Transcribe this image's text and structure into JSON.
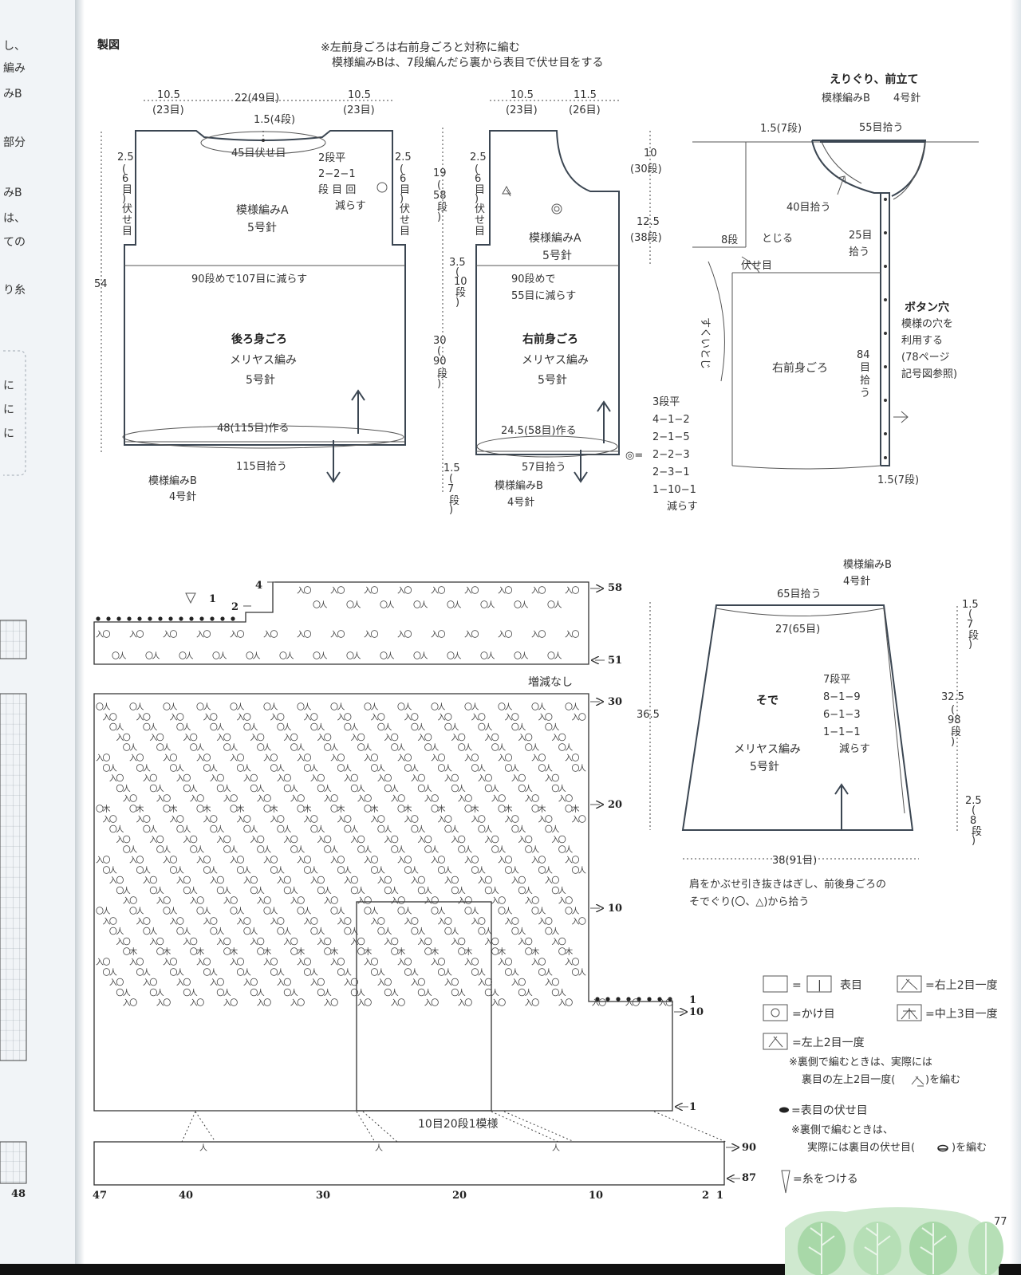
{
  "page": {
    "section_title": "製図",
    "notes": [
      "※左前身ごろは右前身ごろと対称に編む",
      "模様編みBは、7段編んだら裏から表目で伏せ目をする"
    ],
    "prev_page": {
      "fragments": [
        "し、",
        "編み",
        "みB",
        "部分",
        "みB",
        "は、",
        "ての",
        "り糸",
        "に",
        "に",
        "に"
      ],
      "row_label": "48"
    },
    "page_number": "77"
  },
  "back_body": {
    "title": "後ろ身ごろ",
    "stitch_main": "メリヤス編み",
    "needle_main": "5号針",
    "pattern_a": "模様編みA",
    "needle_a": "5号針",
    "dim_shoulder_left": "10.5",
    "dim_shoulder_left_sts": "(23目)",
    "dim_neck": "22(49目)",
    "dim_shoulder_right": "10.5",
    "dim_shoulder_right_sts": "(23目)",
    "dim_neck_depth": "1.5(4段)",
    "neck_bindoff": "45目伏せ目",
    "neck_dec": [
      "2段平",
      "2−2−1",
      "段 目 回",
      "減らす"
    ],
    "armhole_left": [
      "2.5",
      "(",
      "6",
      "目",
      ")",
      "伏",
      "せ",
      "目"
    ],
    "armhole_right": [
      "2.5",
      "(",
      "6",
      "目",
      ")",
      "伏",
      "せ",
      "目"
    ],
    "dim_height": "54",
    "reduce_note": "90段めで107目に減らす",
    "cast_on": "48(115目)作る",
    "pick_up": "115目拾う",
    "rib": "模様編みB",
    "rib_needle": "4号針"
  },
  "side_dims": {
    "armhole": [
      "19",
      "(",
      "58",
      "段",
      ")"
    ],
    "yoke": [
      "3.5",
      "(",
      "10",
      "段",
      ")"
    ],
    "body": [
      "30",
      "(",
      "90",
      "段",
      ")"
    ],
    "rib": [
      "1.5",
      "(",
      "7",
      "段",
      ")"
    ]
  },
  "front_body": {
    "title": "右前身ごろ",
    "stitch_main": "メリヤス編み",
    "needle_main": "5号針",
    "pattern_a": "模様編みA",
    "needle_a": "5号針",
    "dim_left": "10.5",
    "dim_left_sts": "(23目)",
    "dim_right": "11.5",
    "dim_right_sts": "(26目)",
    "armhole": [
      "2.5",
      "(",
      "6",
      "目",
      ")",
      "伏",
      "せ",
      "目"
    ],
    "reduce_note": [
      "90段めで",
      "55目に減らす"
    ],
    "cast_on": "24.5(58目)作る",
    "pick_up": "57目拾う",
    "rib": "模様編みB",
    "rib_needle": "4号針",
    "neck_depth": "10",
    "neck_depth_rows": "(30段)",
    "front_length": "12.5",
    "front_length_rows": "(38段)",
    "dec_label": "◎=",
    "dec_steps": [
      "3段平",
      "4−1−2",
      "2−1−5",
      "2−2−3",
      "2−3−1",
      "1−10−1",
      "減らす"
    ]
  },
  "neckband": {
    "title": "えりぐり、前立て",
    "pattern": "模様編みB",
    "needle": "4号針",
    "top_rows": "1.5(7段)",
    "pick_neck": "55目拾う",
    "pick_side": "40目拾う",
    "pick_top": [
      "25目",
      "拾う"
    ],
    "join_rows": "8段",
    "join": "とじる",
    "bindoff": "伏せ目",
    "sukui": "すくいとじ",
    "body_label": "右前身ごろ",
    "pick_front": [
      "84",
      "目",
      "拾",
      "う"
    ],
    "bottom_rows": "1.5(7段)",
    "buttonhole_title": "ボタン穴",
    "buttonhole_text": [
      "模様の穴を",
      "利用する",
      "(78ページ",
      "記号図参照)"
    ]
  },
  "sleeve": {
    "title": "そで",
    "rib": "模様編みB",
    "rib_needle": "4号針",
    "pick_up": "65目拾う",
    "top_width": "27(65目)",
    "stitch": "メリヤス編み",
    "needle": "5号針",
    "inc_steps": [
      "7段平",
      "8−1−9",
      "6−1−3",
      "1−1−1",
      "減らす"
    ],
    "height": "36.5",
    "bottom_width": "38(91目)",
    "right_top": [
      "1.5",
      "(",
      "7",
      "段",
      ")"
    ],
    "right_mid": [
      "32.5",
      "(",
      "98",
      "段",
      ")"
    ],
    "right_bottom": [
      "2.5",
      "(",
      "8",
      "段",
      ")"
    ],
    "note": [
      "肩をかぶせ引き抜きはぎし、前後身ごろの",
      "そでぐり(〇、△)から拾う"
    ]
  },
  "chart": {
    "upper_rows": [
      "58",
      "51"
    ],
    "upper_marks": [
      "4",
      "2",
      "1"
    ],
    "no_change": "増減なし",
    "main_rows": [
      "30",
      "20",
      "10"
    ],
    "step_rows": [
      "1",
      "10",
      "1"
    ],
    "repeat": "10目20段1模様",
    "bottom_rows": [
      "90",
      "87"
    ],
    "cols": [
      "47",
      "40",
      "30",
      "20",
      "10",
      "2",
      "1"
    ]
  },
  "legend": {
    "knit_eq": "=",
    "knit_symbol": "|",
    "knit": "表目",
    "yo": "=かけ目",
    "k2tog_left": "=左上2目一度",
    "k2tog_note": [
      "※裏側で編むときは、実際には",
      "裏目の左上2目一度(",
      ")を編む"
    ],
    "ssk": "=右上2目一度",
    "cdd": "=中上3目一度",
    "bindoff": "=表目の伏せ目",
    "bindoff_note": [
      "※裏側で編むときは、",
      "実際には裏目の伏せ目(",
      ")を編む"
    ],
    "yarn": "=糸をつける"
  }
}
